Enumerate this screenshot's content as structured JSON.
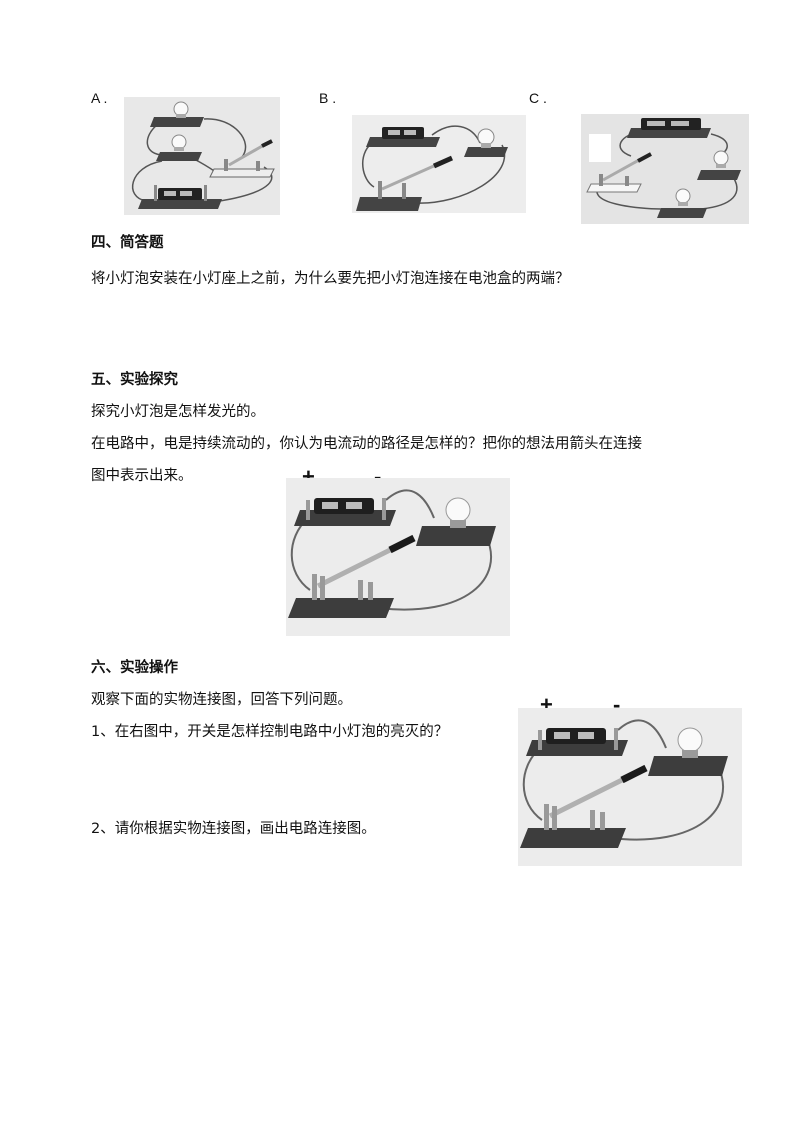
{
  "options": {
    "a": "A .",
    "b": "B .",
    "c": "C ."
  },
  "section4": {
    "title": "四、简答题",
    "question": "将小灯泡安装在小灯座上之前，为什么要先把小灯泡连接在电池盒的两端？"
  },
  "section5": {
    "title": "五、实验探究",
    "line1": "探究小灯泡是怎样发光的。",
    "line2": "在电路中，电是持续流动的，你认为电流动的路径是怎样的？把你的想法用箭头在连接",
    "line3": "图中表示出来。",
    "plus": "+",
    "minus": "-"
  },
  "section6": {
    "title": "六、实验操作",
    "intro": "观察下面的实物连接图，回答下列问题。",
    "q1": "1、在右图中，开关是怎样控制电路中小灯泡的亮灭的？",
    "q2": "2、请你根据实物连接图，画出电路连接图。",
    "plus": "+",
    "minus": "-"
  }
}
